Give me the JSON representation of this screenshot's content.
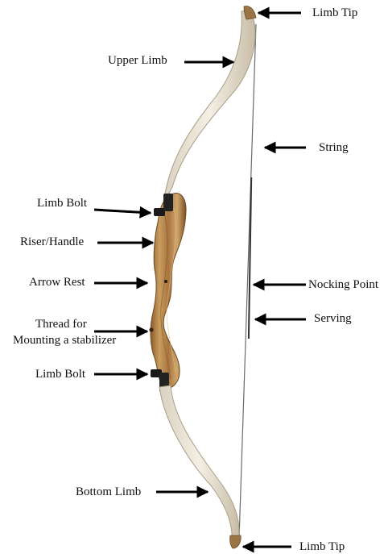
{
  "colors": {
    "background": "#ffffff",
    "text": "#111111",
    "arrow": "#000000",
    "limb_face": "#efe9dc",
    "limb_edge": "#bdb39f",
    "riser_wood": "#c49a5c",
    "riser_dark": "#8a5a2b",
    "string": "#555555",
    "bolt": "#1a1a1a"
  },
  "labels": {
    "limb_tip_top": "Limb Tip",
    "upper_limb": "Upper Limb",
    "string": "String",
    "limb_bolt_upper": "Limb Bolt",
    "riser_handle": "Riser/Handle",
    "arrow_rest": "Arrow Rest",
    "nocking_point": "Nocking Point",
    "serving": "Serving",
    "stabilizer_thread_line1": "Thread for",
    "stabilizer_thread_line2": "Mounting a stabilizer",
    "limb_bolt_lower": "Limb Bolt",
    "bottom_limb": "Bottom Limb",
    "limb_tip_bottom": "Limb Tip"
  }
}
